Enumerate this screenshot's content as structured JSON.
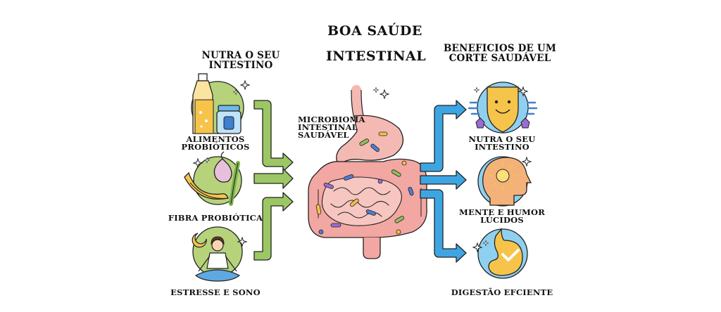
{
  "title": {
    "line1": "BOA SAÚDE",
    "line2": "INTESTINAL"
  },
  "left": {
    "heading": "NUTRA O SEU INTESTINO",
    "items": [
      {
        "label": "ALIMENTOS\nPROBIÓTICOS",
        "icon": "probiotic-foods-icon"
      },
      {
        "label": "FIBRA PROBIÓTICA",
        "icon": "fiber-foods-icon"
      },
      {
        "label": "ESTRESSE E SONO",
        "icon": "meditation-icon"
      }
    ]
  },
  "center": {
    "label": "MICROBIOMA\nINTESTINAL\nSAUDÁVEL",
    "icon": "digestive-system-icon"
  },
  "right": {
    "heading": "BENEFICIOS DE UM\nCORTE SAUDÁVEL",
    "items": [
      {
        "label": "NUTRA O SEU\nINTESTINO",
        "icon": "happy-shield-icon"
      },
      {
        "label": "MENTE E HUMOR\nLÚCIDOS",
        "icon": "bright-mind-icon"
      },
      {
        "label": "DIGESTÃO EFCIENTE",
        "icon": "healthy-stomach-icon"
      }
    ]
  },
  "colors": {
    "green_circle": "#b6d37c",
    "blue_circle": "#8fd0f0",
    "green_arrow": "#9cc764",
    "blue_arrow": "#3ea5e3",
    "intestine": "#f2a7a2",
    "stomach": "#f4b9b3",
    "outline": "#1e1e1e"
  }
}
